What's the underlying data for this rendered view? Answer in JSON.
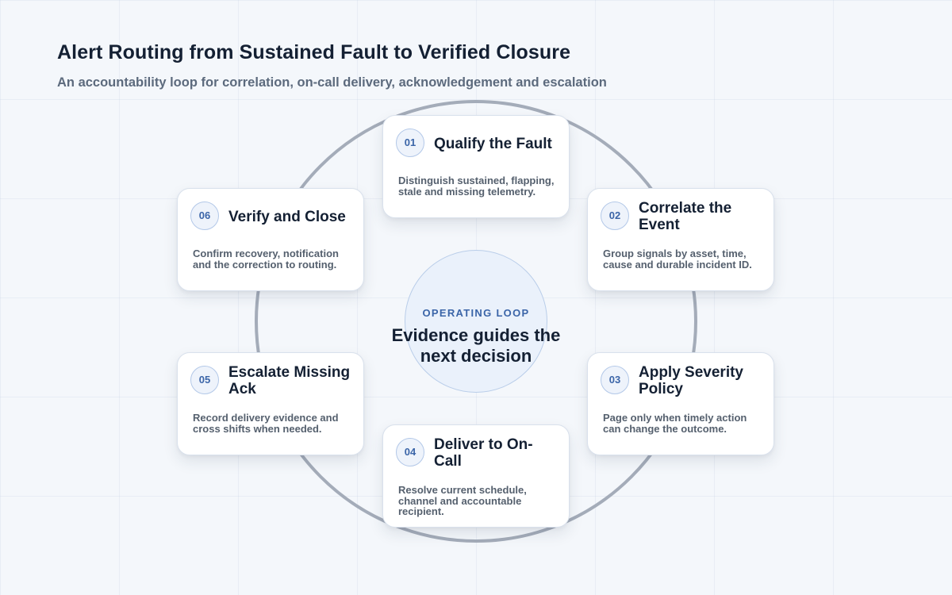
{
  "header": {
    "title": "Alert Routing from Sustained Fault to Verified Closure",
    "subtitle": "An accountability loop for correlation, on-call delivery, acknowledgement and escalation"
  },
  "center": {
    "label": "OPERATING LOOP",
    "text": "Evidence guides the next decision"
  },
  "steps": [
    {
      "number": "01",
      "title": "Qualify the Fault",
      "description": "Distinguish sustained, flapping, stale and missing telemetry."
    },
    {
      "number": "02",
      "title": "Correlate the Event",
      "description": "Group signals by asset, time, cause and durable incident ID."
    },
    {
      "number": "03",
      "title": "Apply Severity Policy",
      "description": "Page only when timely action can change the outcome."
    },
    {
      "number": "04",
      "title": "Deliver to On-Call",
      "description": "Resolve current schedule, channel and accountable recipient."
    },
    {
      "number": "05",
      "title": "Escalate Missing Ack",
      "description": "Record delivery evidence and cross shifts when needed."
    },
    {
      "number": "06",
      "title": "Verify and Close",
      "description": "Confirm recovery, notification and the correction to routing."
    }
  ],
  "colors": {
    "ring": "#a4acb9",
    "accent": "#3b65a8",
    "title": "#142033"
  }
}
